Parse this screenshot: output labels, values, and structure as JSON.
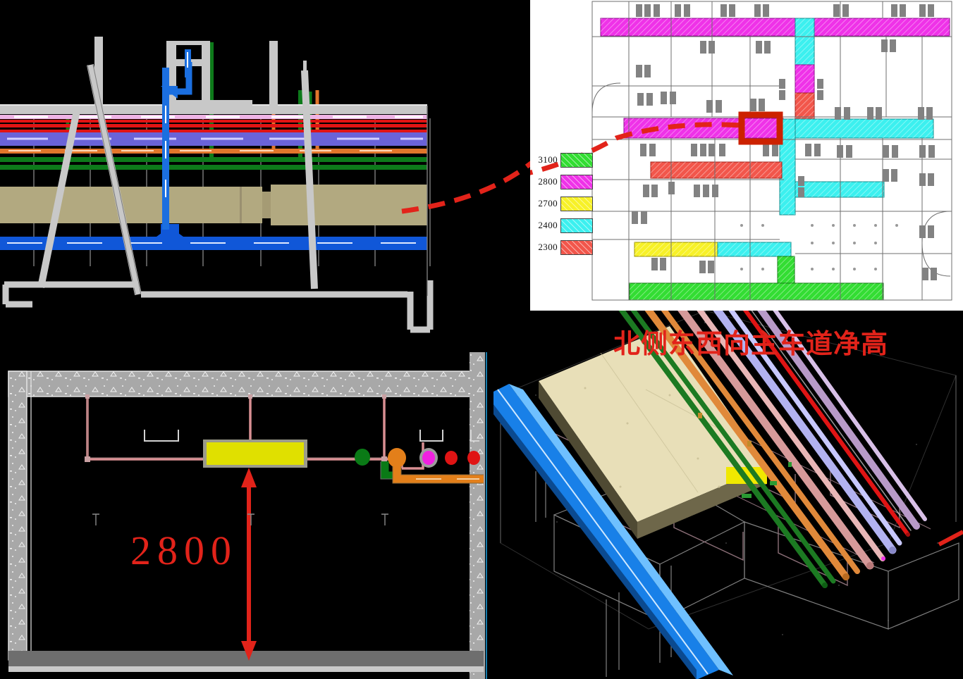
{
  "document": {
    "kind": "bim-clear-height-analysis",
    "background_color": "#000000"
  },
  "iso_view": {
    "title": "北侧东西向主车道净高"
  },
  "legend": {
    "title": "",
    "items": [
      {
        "value": "3100",
        "color": "#33dd33",
        "name": "height-3100"
      },
      {
        "value": "2800",
        "color": "#ef32e8",
        "name": "height-2800"
      },
      {
        "value": "2700",
        "color": "#f7f128",
        "name": "height-2700"
      },
      {
        "value": "2400",
        "color": "#3cf0ef",
        "name": "height-2400"
      },
      {
        "value": "2300",
        "color": "#f2564b",
        "name": "height-2300"
      }
    ]
  },
  "detail_view": {
    "dimension_label": "2800",
    "dimension_color": "#e2231a",
    "duct_color": "#e0e000"
  },
  "section_view": {
    "pipes": [
      {
        "label": "duct-gray",
        "color": "#c8c8c8"
      },
      {
        "label": "pipe-pink",
        "color": "#f0b4e6"
      },
      {
        "label": "pipe-red-1",
        "color": "#e01414"
      },
      {
        "label": "pipe-red-2",
        "color": "#e01414"
      },
      {
        "label": "duct-violet",
        "color": "#6a63d8"
      },
      {
        "label": "pipe-orange",
        "color": "#e2762b"
      },
      {
        "label": "pipe-green-1",
        "color": "#0d7a1a"
      },
      {
        "label": "pipe-green-2",
        "color": "#0d7a1a"
      },
      {
        "label": "duct-khaki",
        "color": "#b2a980"
      },
      {
        "label": "duct-blue",
        "color": "#1057d8"
      }
    ]
  },
  "plan_view": {
    "callout_color": "#cc2200",
    "leader_color": "#e2231a",
    "corridors": [
      {
        "name": "north-corridor-west",
        "height": "2800"
      },
      {
        "name": "north-corridor-east",
        "height": "2800"
      },
      {
        "name": "main-driveway",
        "height": "2800"
      },
      {
        "name": "cross-corridor",
        "height": "2400"
      },
      {
        "name": "east-corridor",
        "height": "2400"
      },
      {
        "name": "south-corridor",
        "height": "2400"
      },
      {
        "name": "red-bay",
        "height": "2300"
      },
      {
        "name": "yellow-bay",
        "height": "2700"
      },
      {
        "name": "south-ramp",
        "height": "3100"
      }
    ]
  }
}
